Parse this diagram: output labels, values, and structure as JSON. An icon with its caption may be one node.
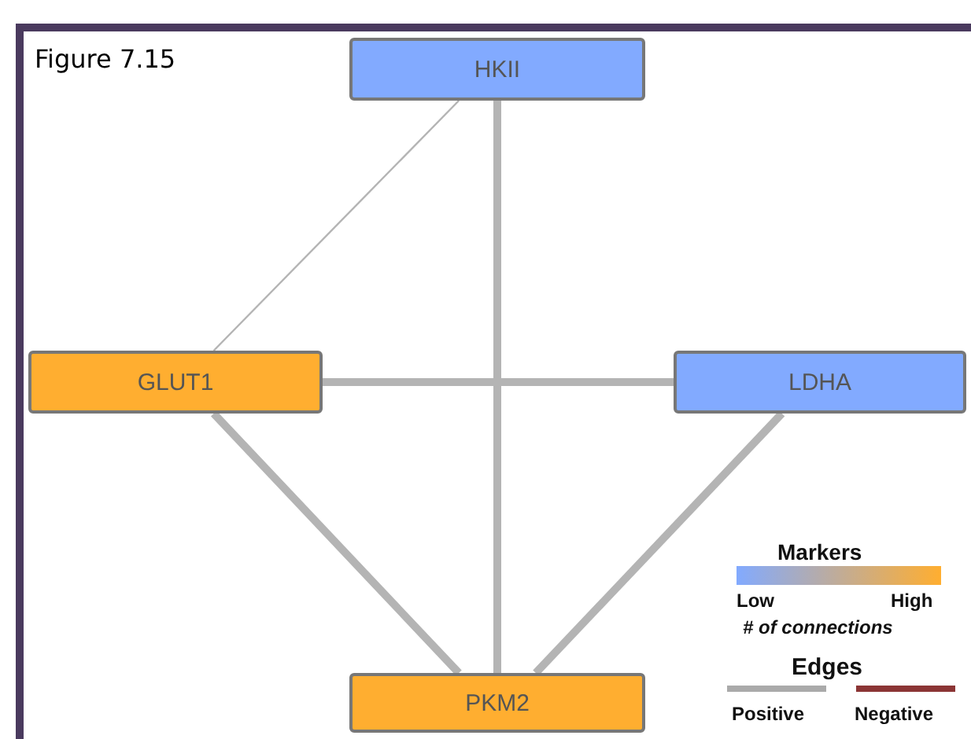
{
  "diagram": {
    "title": "Figure 7.15",
    "nodes": [
      {
        "text": [
          "HKII"
        ]
      },
      {
        "text": [
          "GLUT1"
        ]
      },
      {
        "text": [
          "LDHA"
        ]
      },
      {
        "text": [
          "PKM2"
        ]
      }
    ],
    "edges": [
      {
        "from": 0,
        "to": 1,
        "arrow": "none"
      },
      {
        "from": 0,
        "to": 3,
        "arrow": "none"
      },
      {
        "from": 1,
        "to": 2,
        "arrow": "none"
      },
      {
        "from": 1,
        "to": 3,
        "arrow": "none"
      },
      {
        "from": 2,
        "to": 3,
        "arrow": "none"
      }
    ],
    "labels": [
      "Markers",
      "Low",
      "High",
      "# of connections",
      "Edges"
    ],
    "legend": [
      {
        "text": "Positive",
        "color": "#aaaaaa"
      },
      {
        "text": "Negative",
        "color": "#8b3535"
      }
    ]
  }
}
